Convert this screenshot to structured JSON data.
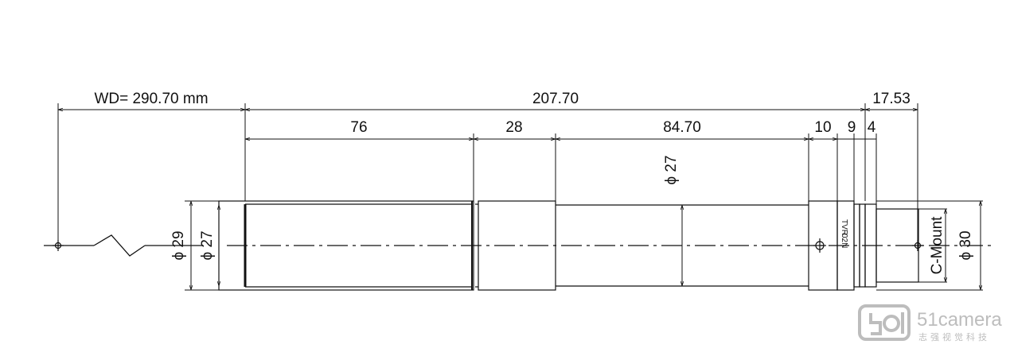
{
  "dimensions": {
    "working_distance": "WD= 290.70 mm",
    "total_length": "207.70",
    "flange": "17.53",
    "segments": [
      "76",
      "28",
      "84.70",
      "10",
      "9",
      "4"
    ],
    "diameter_barrel": "ϕ 27",
    "diameter_outer_left": "ϕ 29",
    "diameter_inner_left": "ϕ 27",
    "diameter_right": "ϕ 30",
    "mount": "C-Mount"
  },
  "ring_labels": [
    "TVR",
    "02N"
  ],
  "watermark": {
    "brand": "51camera",
    "subtitle": "志强视觉科技",
    "color": "#bdbdbd"
  }
}
